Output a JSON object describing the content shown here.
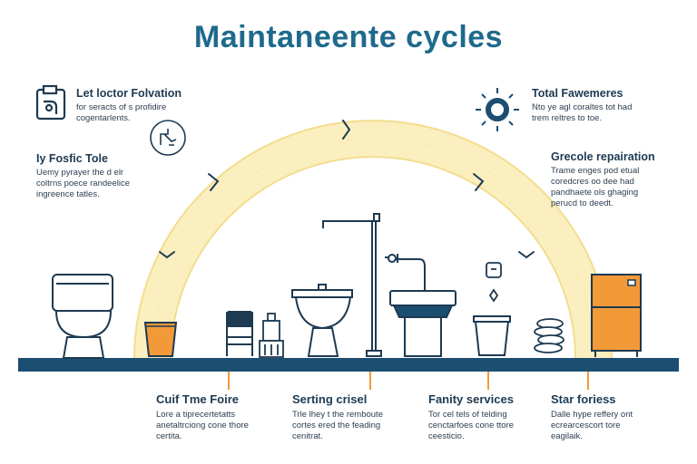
{
  "title": "Maintaneente cycles",
  "notes": {
    "top_left": {
      "title": "Let loctor Folvation",
      "body_lines": [
        "for seracts of s profidire",
        "cogentarlents."
      ]
    },
    "mid_left": {
      "title": "Iy Fosfic Tole",
      "body_lines": [
        "Uemy pyrayer the d elr",
        "coltrns poece randeelice",
        "ingreence tatles."
      ]
    },
    "top_right": {
      "title": "Total Fawemeres",
      "body_lines": [
        "Nto ye agl coraltes tot had",
        "trem reltres to toe."
      ]
    },
    "mid_right": {
      "title": "Grecole repairation",
      "body_lines": [
        "Trame enges pod etual",
        "coredcres oo dee had",
        "pandhaete ols ghaging",
        "perucd to deedt."
      ]
    }
  },
  "bottom_items": [
    {
      "title": "Cuif Tme Foire",
      "body_lines": [
        "Lore a tiprecertetatts",
        "anetaltrciong cone thore",
        "certita."
      ]
    },
    {
      "title": "Serting crisel",
      "body_lines": [
        "Trle lhey t the remboute",
        "cortes ered the feading",
        "cenitrat."
      ]
    },
    {
      "title": "Fanity services",
      "body_lines": [
        "Tor cel tels of telding",
        "cenctarfoes cone ttore",
        "ceesticio."
      ]
    },
    {
      "title": "Star foriess",
      "body_lines": [
        "Dalle hype reffery ont",
        "ecrearcescort tore",
        "eagilaik."
      ]
    }
  ],
  "colors": {
    "title": "#1e6a8c",
    "navy": "#1d3a52",
    "floor": "#1c4e72",
    "arc": "#fbefbf",
    "arc_edge": "#f3dd8e",
    "orange": "#f39a38"
  },
  "icons": [
    "clipboard-icon",
    "plumbing-badge-icon",
    "sun-gear-icon",
    "cycle-arrow-icon"
  ]
}
